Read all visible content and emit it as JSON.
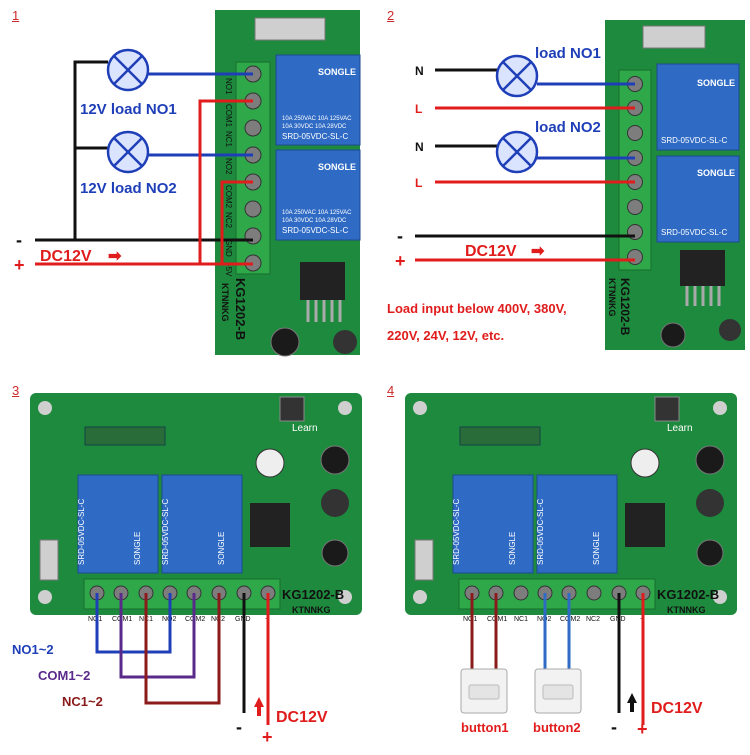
{
  "panels": {
    "p1": {
      "number": "1",
      "load1": "12V load NO1",
      "load2": "12V load NO2",
      "minus": "-",
      "plus": "+",
      "dc": "DC12V",
      "arrow": "➡",
      "board_model": "KG1202-B",
      "board_brand": "KTNNKG",
      "terminals": [
        "NO1",
        "COM1",
        "NC1",
        "NO2",
        "COM2",
        "NC2",
        "GND",
        "+5V"
      ],
      "relay_brand": "SONGLE",
      "relay_model": "SRD-05VDC-SL-C",
      "relay_spec1": "10A 250VAC  10A 125VAC",
      "relay_spec2": "10A 30VDC  10A 28VDC"
    },
    "p2": {
      "number": "2",
      "n1": "N",
      "l1": "L",
      "n2": "N",
      "l2": "L",
      "load1": "load NO1",
      "load2": "load NO2",
      "minus": "-",
      "plus": "+",
      "dc": "DC12V",
      "arrow": "➡",
      "note1": "Load input below 400V, 380V,",
      "note2": "220V, 24V, 12V, etc.",
      "board_model": "KG1202-B",
      "board_brand": "KTNNKG",
      "relay_brand": "SONGLE",
      "relay_model": "SRD-05VDC-SL-C"
    },
    "p3": {
      "number": "3",
      "no": "NO1~2",
      "com": "COM1~2",
      "nc": "NC1~2",
      "dc": "DC12V",
      "minus": "-",
      "plus": "+",
      "learn": "Learn",
      "board_model": "KG1202-B",
      "board_brand": "KTNNKG",
      "relay_brand": "SONGLE",
      "relay_model": "SRD-05VDC-SL-C",
      "terminals": [
        "NO1",
        "COM1",
        "NC1",
        "NO2",
        "COM2",
        "NC2",
        "GND",
        "+"
      ]
    },
    "p4": {
      "number": "4",
      "button1": "button1",
      "button2": "button2",
      "dc": "DC12V",
      "minus": "-",
      "plus": "+",
      "learn": "Learn",
      "board_model": "KG1202-B",
      "board_brand": "KTNNKG",
      "relay_brand": "SONGLE",
      "relay_model": "SRD-05VDC-SL-C",
      "terminals": [
        "NO1",
        "COM1",
        "NC1",
        "NO2",
        "COM2",
        "NC2",
        "GND",
        "+"
      ]
    }
  },
  "colors": {
    "pcb": "#1e8a3e",
    "relay": "#2f6bc4",
    "terminal": "#2fa84a",
    "wire_red": "#e01c1c",
    "wire_blue": "#1f3fb8",
    "wire_purple": "#5a2a8a",
    "wire_darkred": "#8b1a1a",
    "wire_black": "#111111"
  }
}
